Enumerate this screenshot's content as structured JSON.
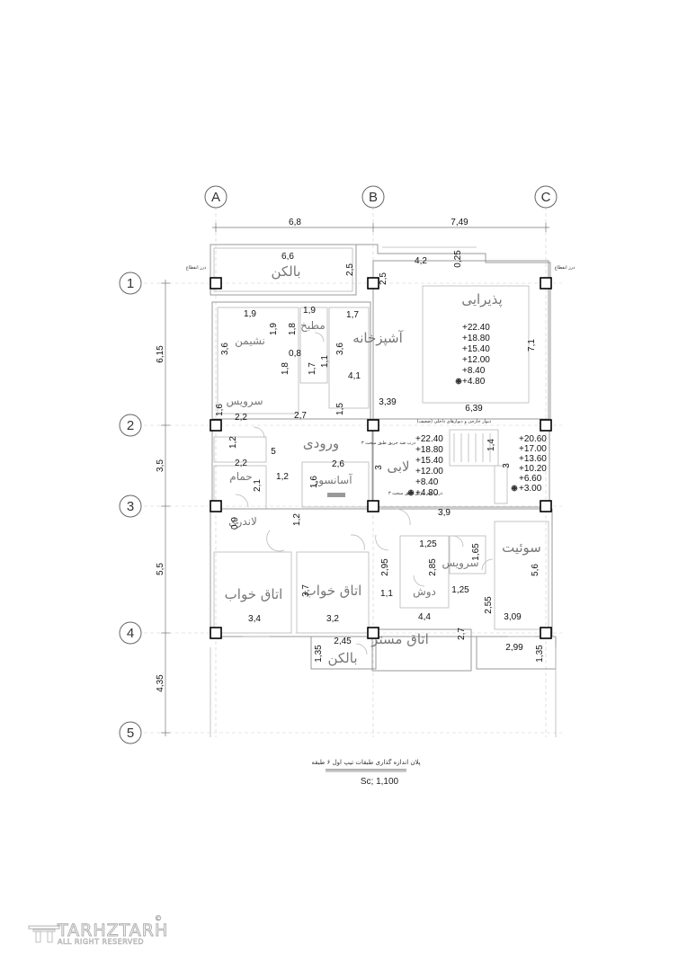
{
  "axes_cols": [
    "A",
    "B",
    "C"
  ],
  "axes_rows": [
    "1",
    "2",
    "3",
    "4",
    "5"
  ],
  "top_dims": [
    "6,8",
    "7,49"
  ],
  "left_dims": [
    "6,15",
    "3,5",
    "5,5",
    "4,35"
  ],
  "rooms": {
    "balcony_top": "بالکن",
    "reception": "پذیرایی",
    "living": "نشیمن",
    "kitchen": "آشپزخانه",
    "closet": "مطبخ",
    "entrance": "ورودی",
    "lobby": "لابی",
    "elevator": "آسانسور",
    "service_left": "سرویس",
    "bath": "حمام",
    "laundry": "لاندری",
    "bedroom_1": "اتاق خواب",
    "bedroom_2": "اتاق خواب",
    "service_mid": "سرویس",
    "shower": "دوش",
    "suite": "سوئیت",
    "master": "اتاق مستر",
    "balcony_bottom": "بالکن",
    "expansion_left": "درز انقطاع",
    "expansion_right": "درز انقطاع"
  },
  "dims": {
    "d_6_6": "6,6",
    "d_2_5a": "2,5",
    "d_2_5b": "2,5",
    "d_4_2": "4,2",
    "d_0_25": "0,25",
    "d_1_9a": "1,9",
    "d_1_9b": "1,9",
    "d_1_7a": "1,7",
    "d_1_8a": "1,8",
    "d_3_6a": "3,6",
    "d_3_6b": "3,6",
    "d_0_8": "0,8",
    "d_1_8b": "1,8",
    "d_1_7b": "1,7",
    "d_1_1a": "1,1",
    "d_4_1": "4,1",
    "d_7_1": "7,1",
    "d_3_39": "3,39",
    "d_6_39": "6,39",
    "d_1_6a": "1,6",
    "d_2_2a": "2,2",
    "d_2_7": "2,7",
    "d_1_5": "1,5",
    "d_1_2a": "1,2",
    "d_5": "5",
    "d_1_4": "1,4",
    "d_2_2b": "2,2",
    "d_2_6": "2,6",
    "d_3a": "3",
    "d_3b": "3",
    "d_1_2b": "1,2",
    "d_2_1": "2,1",
    "d_1_6b": "1,6",
    "d_0_9": "0,9",
    "d_1_2c": "1,2",
    "d_3_9": "3,9",
    "d_1_25a": "1,25",
    "d_2_95": "2,95",
    "d_2_85": "2,85",
    "d_1_65": "1,65",
    "d_5_6": "5,6",
    "d_3_7": "3,7",
    "d_1_1b": "1,1",
    "d_1_25b": "1,25",
    "d_2_55": "2,55",
    "d_3_4": "3,4",
    "d_3_2": "3,2",
    "d_4_4": "4,4",
    "d_3_09": "3,09",
    "d_2_7b": "2,7",
    "d_1_35a": "1,35",
    "d_2_45": "2,45",
    "d_2_99": "2,99",
    "d_1_35b": "1,35"
  },
  "levels_reception": [
    "+22.40",
    "+18.80",
    "+15.40",
    "+12.00",
    "+8.40",
    "+4.80"
  ],
  "levels_lobby": [
    "+22.40",
    "+18.80",
    "+15.40",
    "+12.00",
    "+8.40",
    "+4.80"
  ],
  "levels_stair": [
    "+20.60",
    "+17.00",
    "+13.60",
    "+10.20",
    "+6.60",
    "+3.00"
  ],
  "notes": {
    "n1": "دیوار خارجی و دیوارهای داخلی (ضعیف)",
    "n2": "درب ضد حریق طبق مبحث ۳",
    "n3": "درب ضد حریق طبق مبحث ۳"
  },
  "title": "پلان اندازه گذاری طبقات تیپ اول ۶ طبقه",
  "scale": "Sc; 1,100",
  "logo": {
    "name": "TARHZTARH",
    "sub": "ALL RIGHT RESERVED",
    "mark": "©"
  }
}
